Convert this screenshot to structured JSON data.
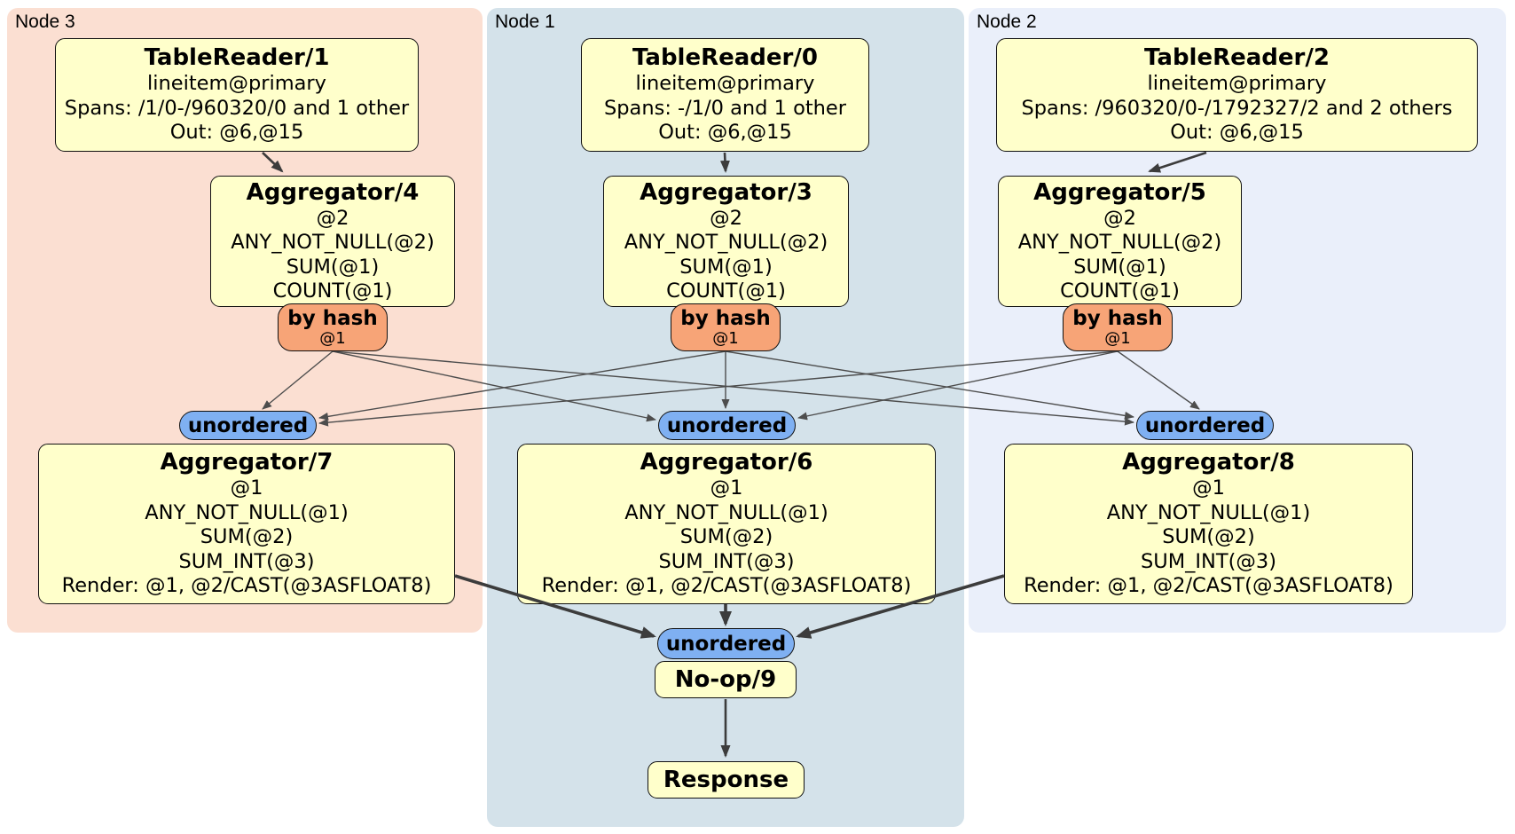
{
  "regions": [
    {
      "label": "Node 3",
      "bg": "#fbdfd2"
    },
    {
      "label": "Node 1",
      "bg": "#d4e2ea"
    },
    {
      "label": "Node 2",
      "bg": "#eaeffa"
    }
  ],
  "boxes": {
    "tr1": {
      "title": "TableReader/1",
      "lines": [
        "lineitem@primary",
        "Spans: /1/0-/960320/0 and 1 other",
        "Out: @6,@15"
      ]
    },
    "tr0": {
      "title": "TableReader/0",
      "lines": [
        "lineitem@primary",
        "Spans: -/1/0 and 1 other",
        "Out: @6,@15"
      ]
    },
    "tr2": {
      "title": "TableReader/2",
      "lines": [
        "lineitem@primary",
        "Spans: /960320/0-/1792327/2 and 2 others",
        "Out: @6,@15"
      ]
    },
    "agg4": {
      "title": "Aggregator/4",
      "lines": [
        "@2",
        "ANY_NOT_NULL(@2)",
        "SUM(@1)",
        "COUNT(@1)"
      ]
    },
    "agg3": {
      "title": "Aggregator/3",
      "lines": [
        "@2",
        "ANY_NOT_NULL(@2)",
        "SUM(@1)",
        "COUNT(@1)"
      ]
    },
    "agg5": {
      "title": "Aggregator/5",
      "lines": [
        "@2",
        "ANY_NOT_NULL(@2)",
        "SUM(@1)",
        "COUNT(@1)"
      ]
    },
    "agg7": {
      "title": "Aggregator/7",
      "lines": [
        "@1",
        "ANY_NOT_NULL(@1)",
        "SUM(@2)",
        "SUM_INT(@3)",
        "Render: @1, @2/CAST(@3ASFLOAT8)"
      ]
    },
    "agg6": {
      "title": "Aggregator/6",
      "lines": [
        "@1",
        "ANY_NOT_NULL(@1)",
        "SUM(@2)",
        "SUM_INT(@3)",
        "Render: @1, @2/CAST(@3ASFLOAT8)"
      ]
    },
    "agg8": {
      "title": "Aggregator/8",
      "lines": [
        "@1",
        "ANY_NOT_NULL(@1)",
        "SUM(@2)",
        "SUM_INT(@3)",
        "Render: @1, @2/CAST(@3ASFLOAT8)"
      ]
    },
    "noop": {
      "title": "No-op/9"
    },
    "response": {
      "title": "Response"
    }
  },
  "router": {
    "label": "by hash",
    "detail": "@1"
  },
  "sync": {
    "label": "unordered"
  },
  "colors": {
    "processor_fill": "#ffffcb",
    "router_fill": "#f7a477",
    "sync_fill": "#7fb0f2",
    "node3_bg": "#fbdfd2",
    "node1_bg": "#d4e2ea",
    "node2_bg": "#eaeffa",
    "edge_thin": "#4d4d4d",
    "edge_thick": "#3c3c3c"
  }
}
